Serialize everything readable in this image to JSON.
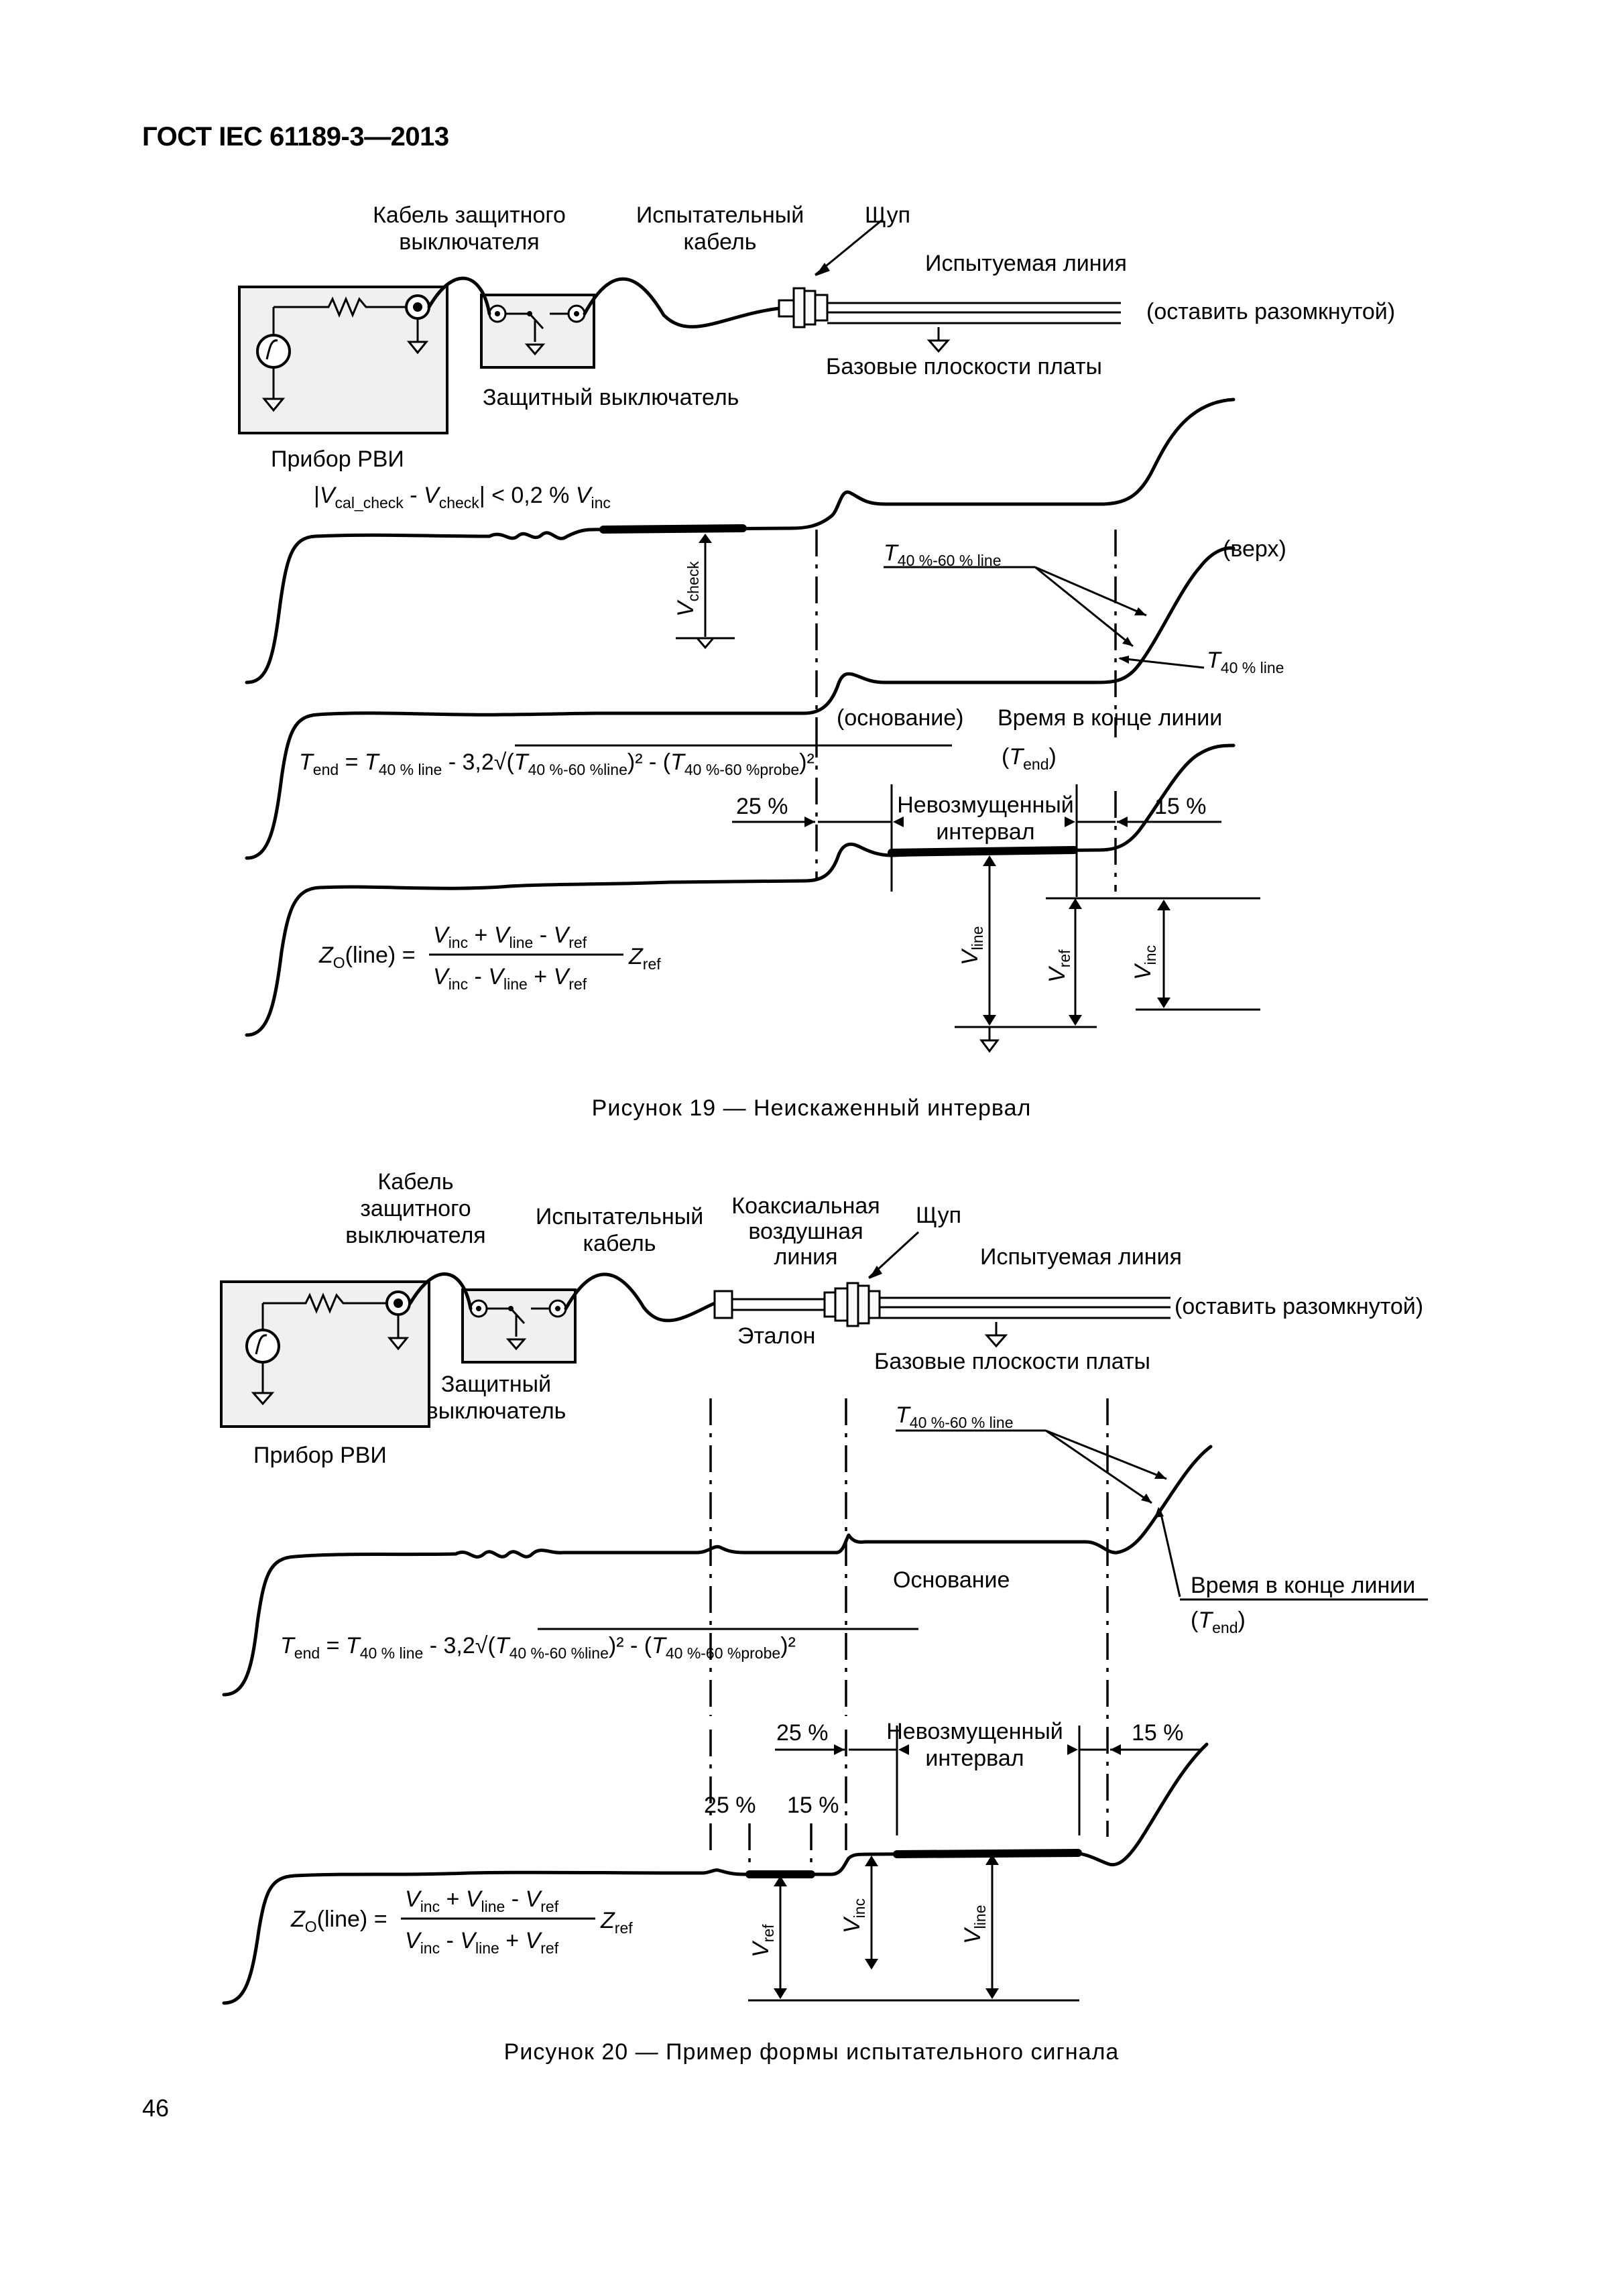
{
  "header": {
    "standard": "ГОСТ IEC 61189-3—2013"
  },
  "figure19": {
    "caption": "Рисунок 19 — Неискаженный интервал",
    "instrument": "Прибор РВИ",
    "protect_cable": [
      "Кабель защитного",
      "выключателя"
    ],
    "test_cable": [
      "Испытательный",
      "кабель"
    ],
    "probe": "Щуп",
    "line_under_test": "Испытуемая линия",
    "leave_open": "(оставить разомкнутой)",
    "ground_planes": "Базовые плоскости платы",
    "protect_switch": "Защитный выключатель",
    "top_label": "(верх)",
    "base_label": "(основание)",
    "end_time": "Время в конце линии",
    "undisturbed": [
      "Невозмущенный",
      "интервал"
    ],
    "pct25": "25 %",
    "pct15": "15 %"
  },
  "figure20": {
    "caption": "Рисунок 20 — Пример формы испытательного сигнала",
    "instrument": "Прибор РВИ",
    "protect_cable": [
      "Кабель",
      "защитного",
      "выключателя"
    ],
    "test_cable": [
      "Испытательный",
      "кабель"
    ],
    "coax_line": [
      "Коаксиальная",
      "воздушная",
      "линия"
    ],
    "probe": "Щуп",
    "line_under_test": "Испытуемая линия",
    "leave_open": "(оставить разомкнутой)",
    "ground_planes": "Базовые плоскости платы",
    "standard": "Эталон",
    "protect_switch": [
      "Защитный",
      "выключатель"
    ],
    "base_label": "Основание",
    "end_time": "Время в конце линии",
    "undisturbed": [
      "Невозмущенный",
      "интервал"
    ],
    "pct25": "25 %",
    "pct15": "15 %"
  },
  "page_number": "46"
}
